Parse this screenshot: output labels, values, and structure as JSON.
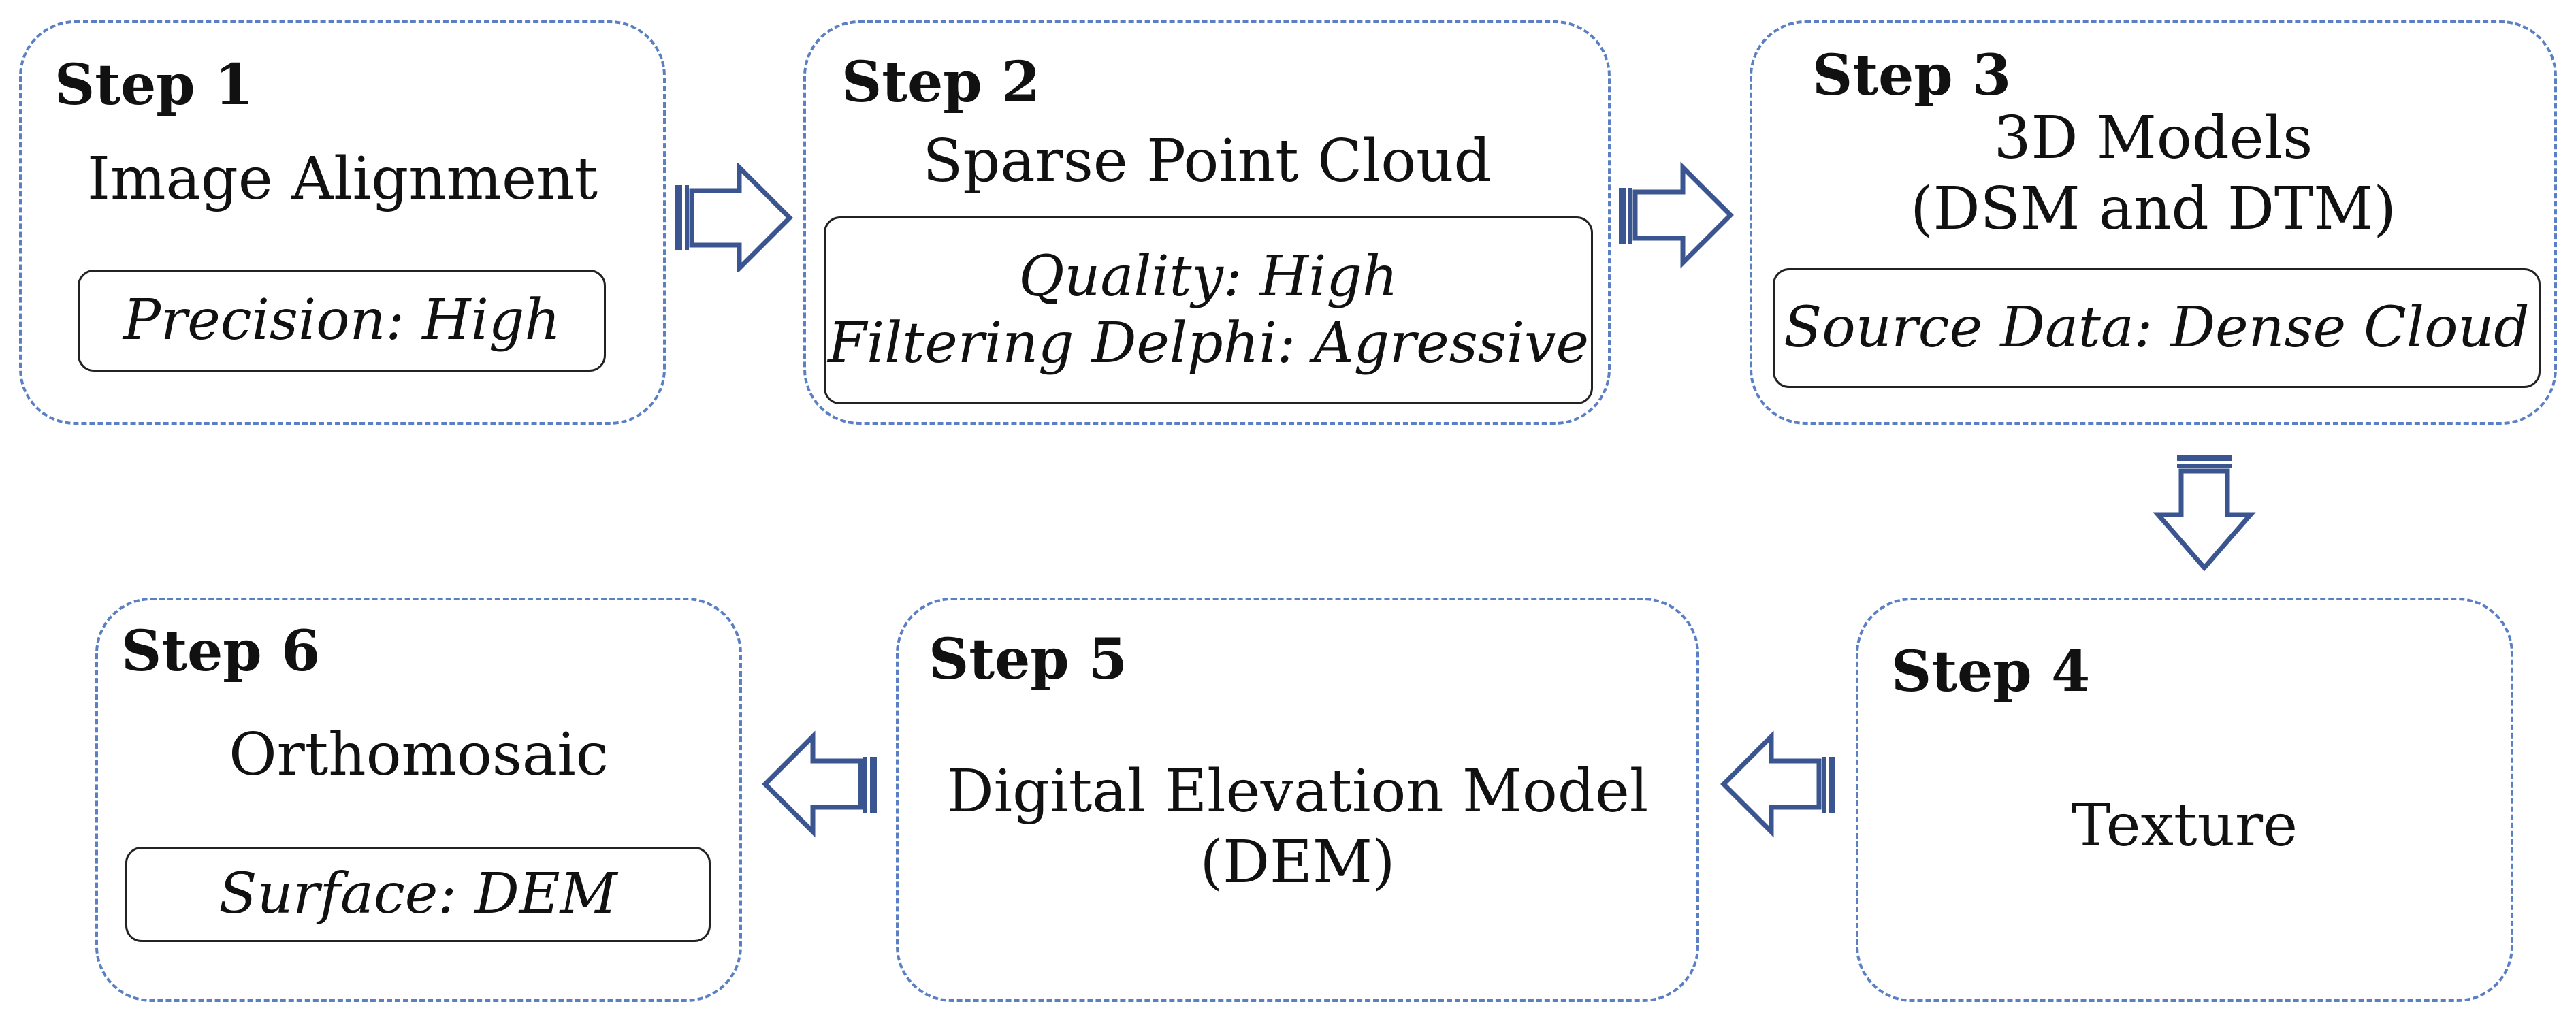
{
  "colors": {
    "dashed_border": "#5b7fc4",
    "arrow": "#3a5590",
    "text": "#111111"
  },
  "steps": [
    {
      "title": "Step 1",
      "main": [
        "Image Alignment"
      ],
      "params": [
        "Precision: High"
      ]
    },
    {
      "title": "Step 2",
      "main": [
        "Sparse Point Cloud"
      ],
      "params": [
        "Quality: High",
        "Filtering Delphi: Agressive"
      ]
    },
    {
      "title": "Step 3",
      "main": [
        "3D Models",
        "(DSM and DTM)"
      ],
      "params": [
        "Source Data: Dense Cloud"
      ]
    },
    {
      "title": "Step 4",
      "main": [
        "Texture"
      ],
      "params": []
    },
    {
      "title": "Step 5",
      "main": [
        "Digital Elevation Model",
        "(DEM)"
      ],
      "params": []
    },
    {
      "title": "Step 6",
      "main": [
        "Orthomosaic"
      ],
      "params": [
        "Surface: DEM"
      ]
    }
  ],
  "arrows": [
    {
      "from": "Step 1",
      "to": "Step 2",
      "direction": "right",
      "icon": "hollow-arrow-right-icon"
    },
    {
      "from": "Step 2",
      "to": "Step 3",
      "direction": "right",
      "icon": "hollow-arrow-right-icon"
    },
    {
      "from": "Step 3",
      "to": "Step 4",
      "direction": "down",
      "icon": "hollow-arrow-down-icon"
    },
    {
      "from": "Step 4",
      "to": "Step 5",
      "direction": "left",
      "icon": "hollow-arrow-left-icon"
    },
    {
      "from": "Step 5",
      "to": "Step 6",
      "direction": "left",
      "icon": "hollow-arrow-left-icon"
    }
  ]
}
